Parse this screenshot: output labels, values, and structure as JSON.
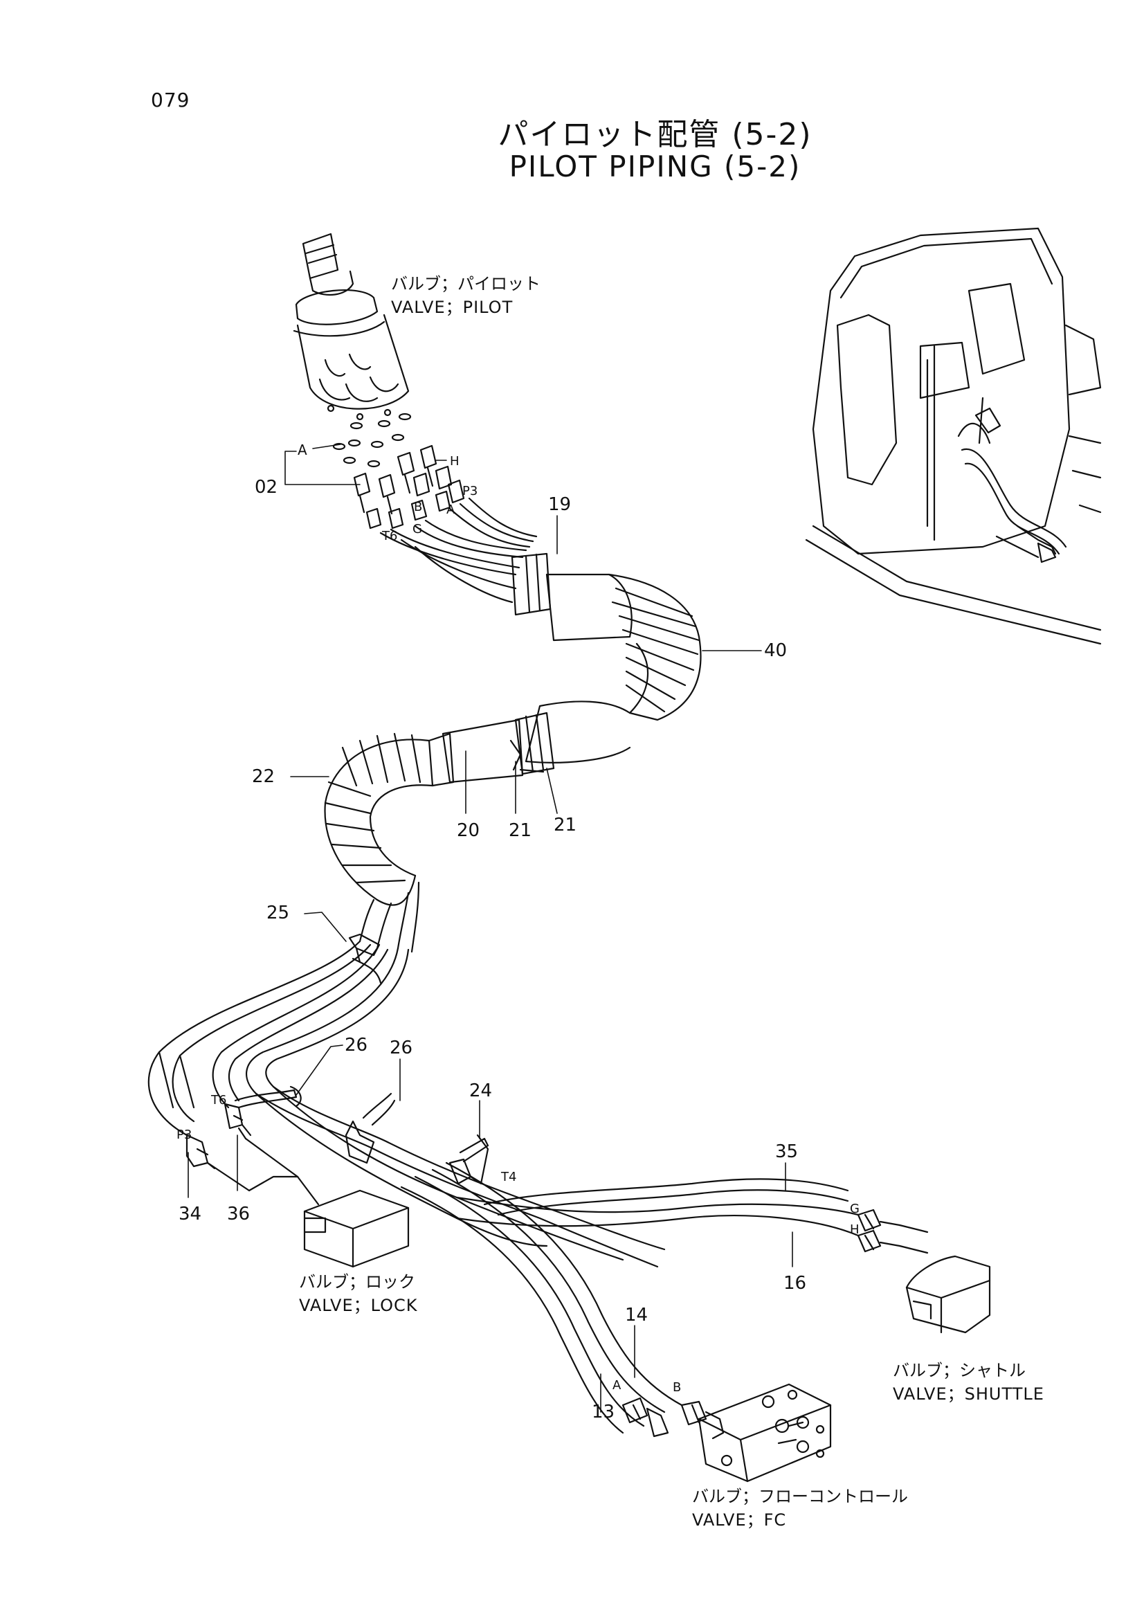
{
  "page_number": "079",
  "title": {
    "japanese": "パイロット配管 (5-2)",
    "english": "PILOT PIPING (5-2)"
  },
  "component_labels": {
    "valve_pilot": {
      "jp": "バルブ；パイロット",
      "en": "VALVE；PILOT"
    },
    "valve_lock": {
      "jp": "バルブ；ロック",
      "en": "VALVE；LOCK"
    },
    "valve_shuttle": {
      "jp": "バルブ；シャトル",
      "en": "VALVE；SHUTTLE"
    },
    "valve_fc": {
      "jp": "バルブ；フローコントロール",
      "en": "VALVE；FC"
    }
  },
  "part_callouts": [
    "02",
    "19",
    "40",
    "22",
    "20",
    "21",
    "21",
    "25",
    "26",
    "26",
    "24",
    "35",
    "16",
    "14",
    "13",
    "34",
    "36"
  ],
  "port_letters": {
    "upper": [
      "A",
      "H",
      "P3",
      "B",
      "A",
      "G",
      "T6"
    ],
    "lower": [
      "T6",
      "P3",
      "T4",
      "G",
      "H",
      "A",
      "B"
    ]
  }
}
